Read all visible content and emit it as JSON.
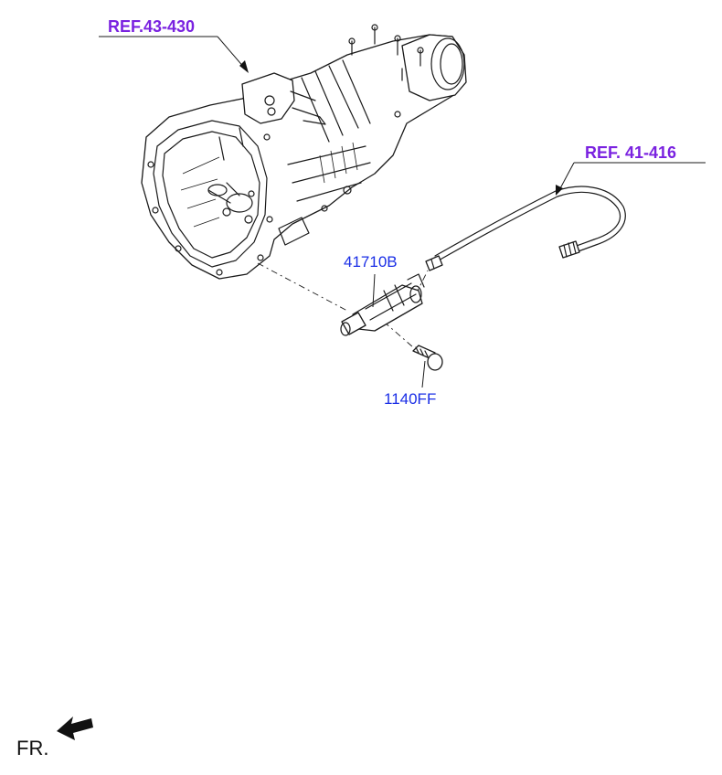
{
  "colors": {
    "ref_link": "#7a22e0",
    "part_number": "#1a2ee6",
    "line": "#1a1a1a",
    "arrow": "#111111"
  },
  "refs": {
    "transmission": "REF.43-430",
    "hose": "REF. 41-416"
  },
  "parts": {
    "cylinder": "41710B",
    "bolt": "1140FF"
  },
  "orientation": {
    "label": "FR.",
    "icon": "front-direction-arrow-icon"
  }
}
